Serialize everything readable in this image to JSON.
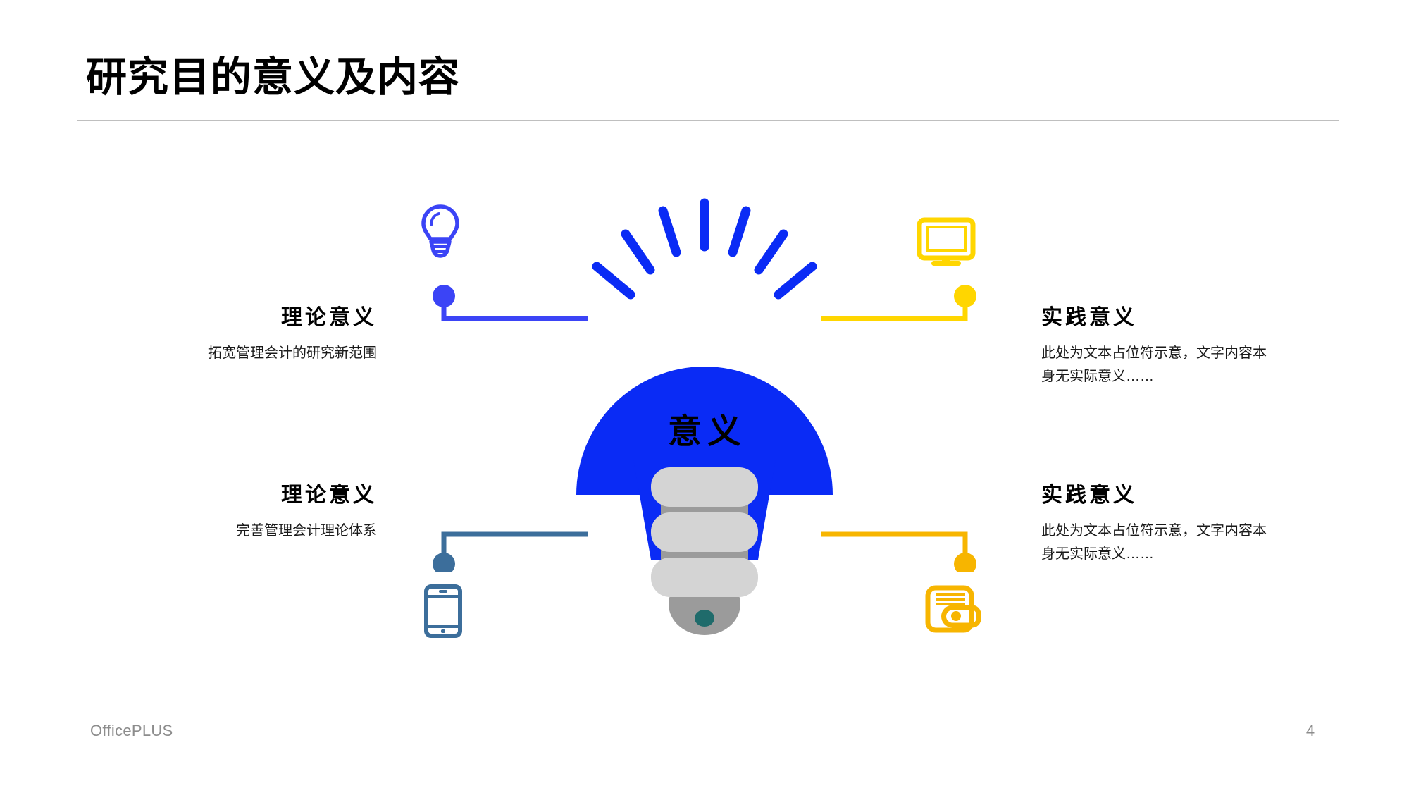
{
  "slide": {
    "title": "研究目的意义及内容",
    "center_label": "意义",
    "page_number": "4",
    "brand": "OfficePLUS"
  },
  "colors": {
    "blue": "#0A2BF5",
    "blue_violet": "#3B44F6",
    "yellow": "#FFD600",
    "amber": "#F7B500",
    "steel_blue": "#3C6E9B",
    "gray_light": "#D4D4D4",
    "gray_mid": "#9B9B9B",
    "teal_tip": "#1F6B6B",
    "text_muted": "#8c8c8c",
    "rule": "#bfbfbf"
  },
  "items": {
    "top_left": {
      "heading": "理论意义",
      "body": "拓宽管理会计的研究新范围",
      "icon": "lightbulb-icon",
      "accent": "#3B44F6"
    },
    "bottom_left": {
      "heading": "理论意义",
      "body": "完善管理会计理论体系",
      "icon": "smartphone-icon",
      "accent": "#3C6E9B"
    },
    "top_right": {
      "heading": "实践意义",
      "body": "此处为文本占位符示意，文字内容本身无实际意义……",
      "icon": "monitor-icon",
      "accent": "#FFD600"
    },
    "bottom_right": {
      "heading": "实践意义",
      "body": "此处为文本占位符示意，文字内容本身无实际意义……",
      "icon": "wallet-icon",
      "accent": "#F7B500"
    }
  },
  "graphic": {
    "name": "lightbulb-diagram",
    "dome_color": "#0A2BF5",
    "ray_count": 7,
    "base_color": "#0A2BF5",
    "thread_color": "#D4D4D4",
    "thread_shadow": "#9B9B9B",
    "tip_color": "#1F6B6B"
  }
}
